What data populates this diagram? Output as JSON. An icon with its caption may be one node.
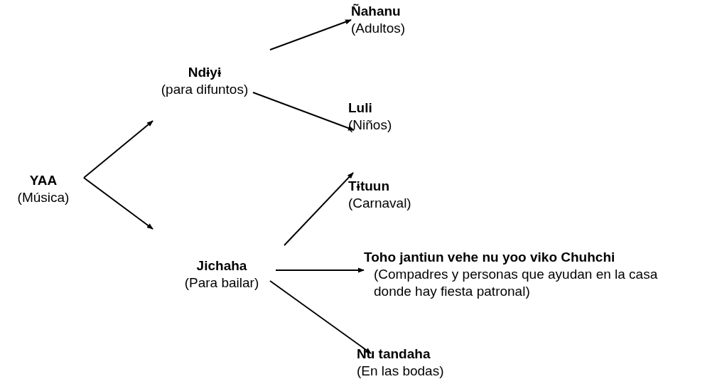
{
  "diagram": {
    "nodes": [
      {
        "text": [
          "YAA",
          "(Música)"
        ]
      },
      {
        "text": [
          "Ndɨyɨ",
          "(para difuntos)"
        ]
      },
      {
        "text": [
          "Jichaha",
          "(Para bailar)"
        ]
      },
      {
        "text": [
          "Ñahanu",
          "(Adultos)"
        ]
      },
      {
        "text": [
          "Luli",
          "(Niños)"
        ]
      },
      {
        "text": [
          "Tɨtuun",
          "(Carnaval)"
        ]
      },
      {
        "text": [
          "Toho jantiun vehe nu yoo viko Chuhchi",
          "(Compadres y personas que ayudan en la casa donde hay fiesta patronal)"
        ]
      },
      {
        "text": [
          "Nu tandaha",
          "(En las bodas)"
        ]
      }
    ],
    "edges": [
      {
        "from": 0,
        "to": 1,
        "arrow": "to"
      },
      {
        "from": 0,
        "to": 2,
        "arrow": "to"
      },
      {
        "from": 1,
        "to": 3,
        "arrow": "to"
      },
      {
        "from": 1,
        "to": 4,
        "arrow": "to"
      },
      {
        "from": 2,
        "to": 5,
        "arrow": "to"
      },
      {
        "from": 2,
        "to": 6,
        "arrow": "to"
      },
      {
        "from": 2,
        "to": 7,
        "arrow": "to"
      }
    ]
  }
}
